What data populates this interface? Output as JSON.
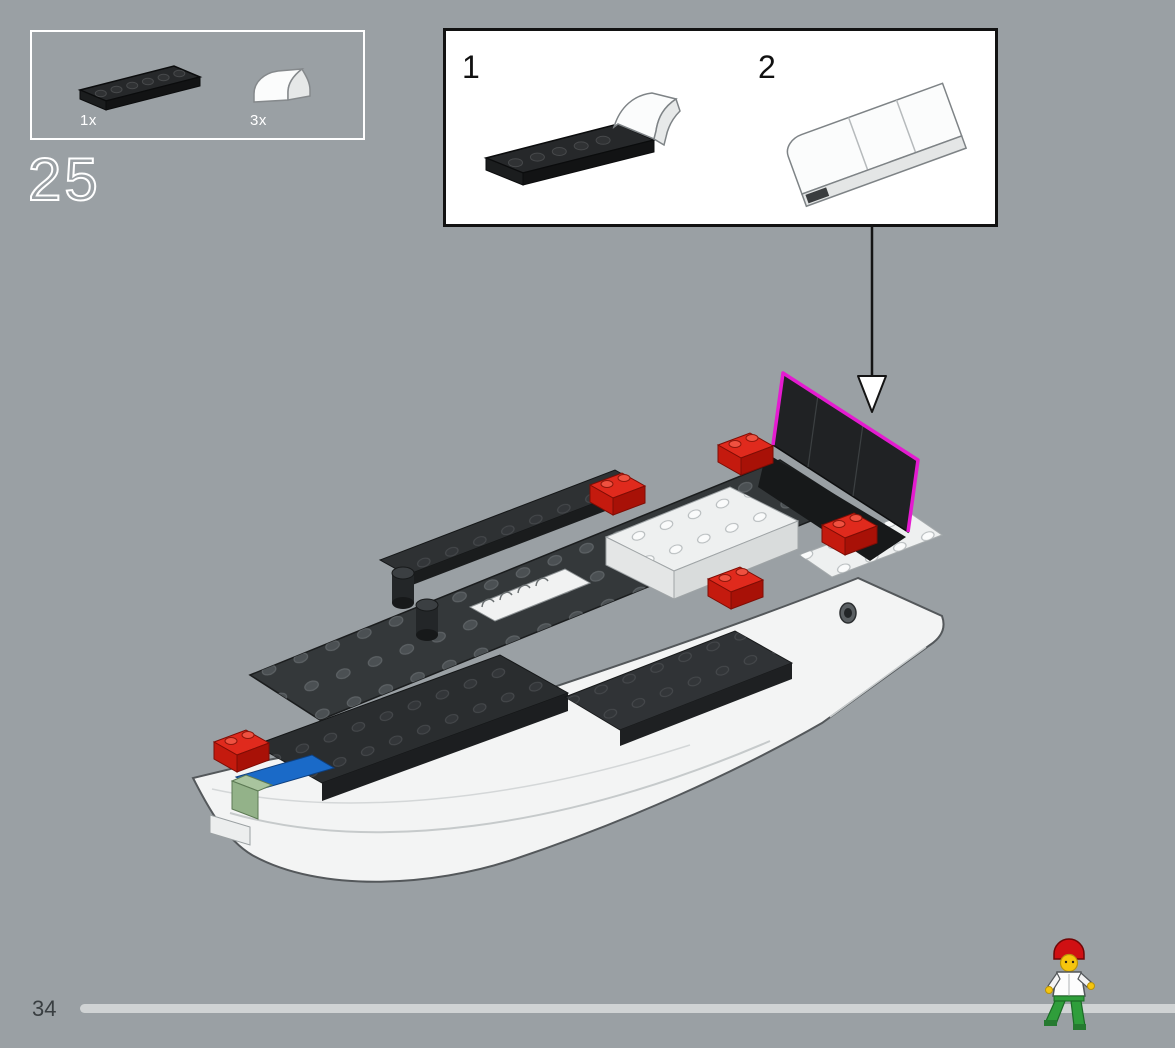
{
  "step": {
    "number": "25"
  },
  "parts_box": {
    "items": [
      {
        "count": "1x",
        "part": "plate-1x6-black"
      },
      {
        "count": "3x",
        "part": "slope-curved-white"
      }
    ]
  },
  "callout": {
    "steps": [
      {
        "number": "1"
      },
      {
        "number": "2"
      }
    ]
  },
  "footer": {
    "page_number": "34"
  },
  "colors": {
    "background": "#9aa0a4",
    "highlight_magenta": "#e41bd0",
    "brick_red": "#d42017",
    "plate_black": "#232527",
    "hull_white": "#f3f4f4",
    "callout_background": "#ffffff",
    "progress_bar": "#d0d3d4",
    "minifig_helmet": "#d01013",
    "minifig_skin": "#f6c50e",
    "minifig_legs": "#2f9e3b"
  }
}
